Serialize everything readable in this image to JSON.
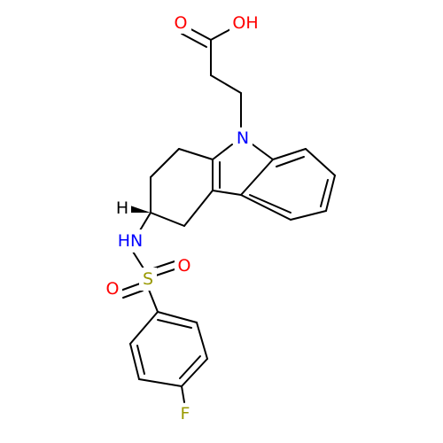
{
  "molecule": {
    "colors": {
      "bond": "#000000",
      "O": "#ff0000",
      "N": "#0000ff",
      "S": "#999900",
      "F": "#999900",
      "H": "#000000"
    },
    "labels": {
      "carbonyl_o": "O",
      "hydroxyl": "OH",
      "ring_n": "N",
      "stereo_h": "H",
      "sulfonamide_nh": "HN",
      "sulfur": "S",
      "sulfonyl_o_left": "O",
      "sulfonyl_o_right": "O",
      "fluorine": "F"
    }
  }
}
